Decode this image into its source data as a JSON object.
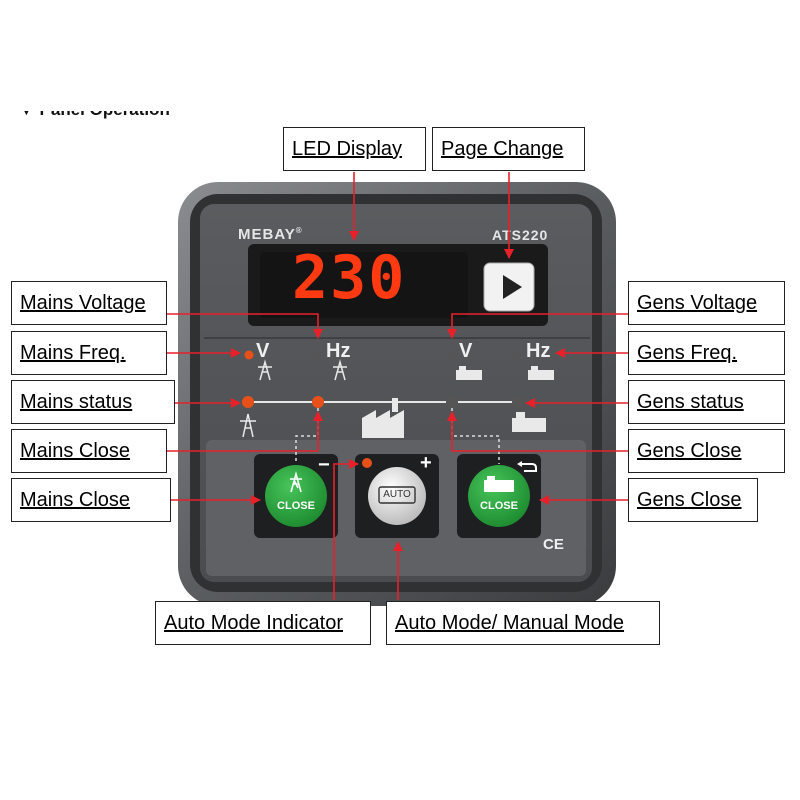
{
  "section_heading": "▼ Panel Operation",
  "device": {
    "brand": "MEBAY",
    "registered_mark": "®",
    "model": "ATS220",
    "display_value": "230",
    "ce_mark": "CE",
    "indicators": {
      "mains_v": "V",
      "mains_hz": "Hz",
      "gens_v": "V",
      "gens_hz": "Hz"
    },
    "buttons": {
      "mains_close": "CLOSE",
      "auto": "AUTO",
      "gens_close": "CLOSE",
      "minus": "−",
      "plus": "+"
    }
  },
  "callouts": {
    "led_display": "LED Display",
    "page_change": "Page Change",
    "mains_voltage": "Mains Voltage",
    "mains_freq": "Mains Freq.",
    "mains_status": "Mains status",
    "mains_close_1": "Mains Close",
    "mains_close_2": "Mains Close",
    "gens_voltage": "Gens Voltage",
    "gens_freq": "Gens Freq.",
    "gens_status": "Gens status",
    "gens_close_1": "Gens Close",
    "gens_close_2": "Gens Close",
    "auto_mode_indicator": "Auto Mode Indicator",
    "auto_manual_mode": "Auto Mode/ Manual Mode"
  },
  "colors": {
    "arrow": "#e8202a",
    "led_on": "#e8501a",
    "led_off": "#555555",
    "close_button": "#27a03c",
    "display_digits": "#ff3a12"
  }
}
